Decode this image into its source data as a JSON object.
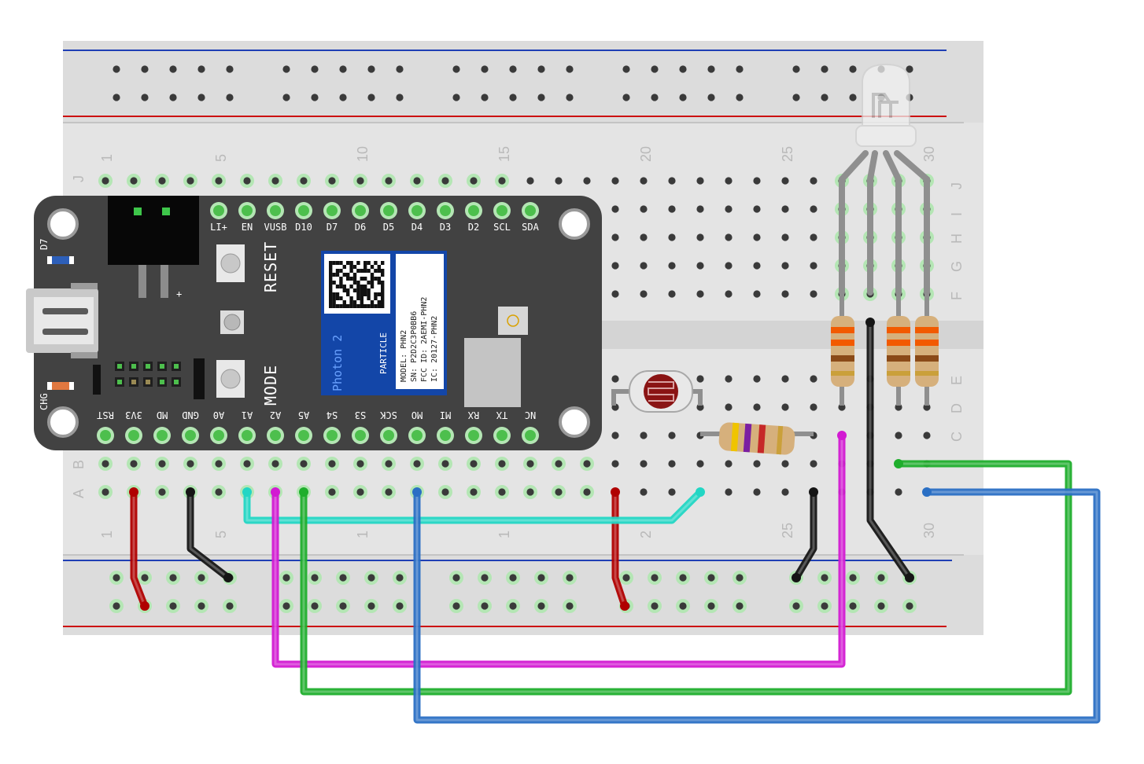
{
  "breadboard": {
    "row_letters_left": [
      "J",
      "B",
      "A"
    ],
    "row_letters_right": [
      "J",
      "I",
      "H",
      "G",
      "F",
      "E",
      "D",
      "C"
    ],
    "column_numbers_top": [
      "1",
      "5",
      "10",
      "15",
      "20",
      "25",
      "30"
    ],
    "column_numbers_bottom": [
      "1",
      "5",
      "1",
      "1",
      "2",
      "25",
      "30"
    ]
  },
  "board": {
    "top_pins": [
      "LI+",
      "EN",
      "VUSB",
      "D10",
      "D7",
      "D6",
      "D5",
      "D4",
      "D3",
      "D2",
      "SCL",
      "SDA"
    ],
    "bottom_pins": [
      "RST",
      "3V3",
      "MD",
      "GND",
      "A0",
      "A1",
      "A2",
      "A5",
      "S4",
      "S3",
      "SCK",
      "MO",
      "MI",
      "RX",
      "TX",
      "NC"
    ],
    "reset_label": "RESET",
    "mode_label": "MODE",
    "d7_label": "D7",
    "chg_label": "CHG",
    "plus_label": "+",
    "module": {
      "brand": "Photon 2",
      "maker": "PARTICLE",
      "model": "MODEL: PHN2",
      "serial": "SN: P2D2C3P0BB6",
      "fcc": "FCC ID: 2AEMI-PHN2",
      "ic": "IC: 20127-PHN2"
    }
  },
  "wire_colors": {
    "power": "#b00000",
    "ground": "#151515",
    "sensor": "#22d6c4",
    "red_channel": "#d21ad2",
    "green_channel": "#1fae2c",
    "blue_channel": "#2a6fc4"
  }
}
